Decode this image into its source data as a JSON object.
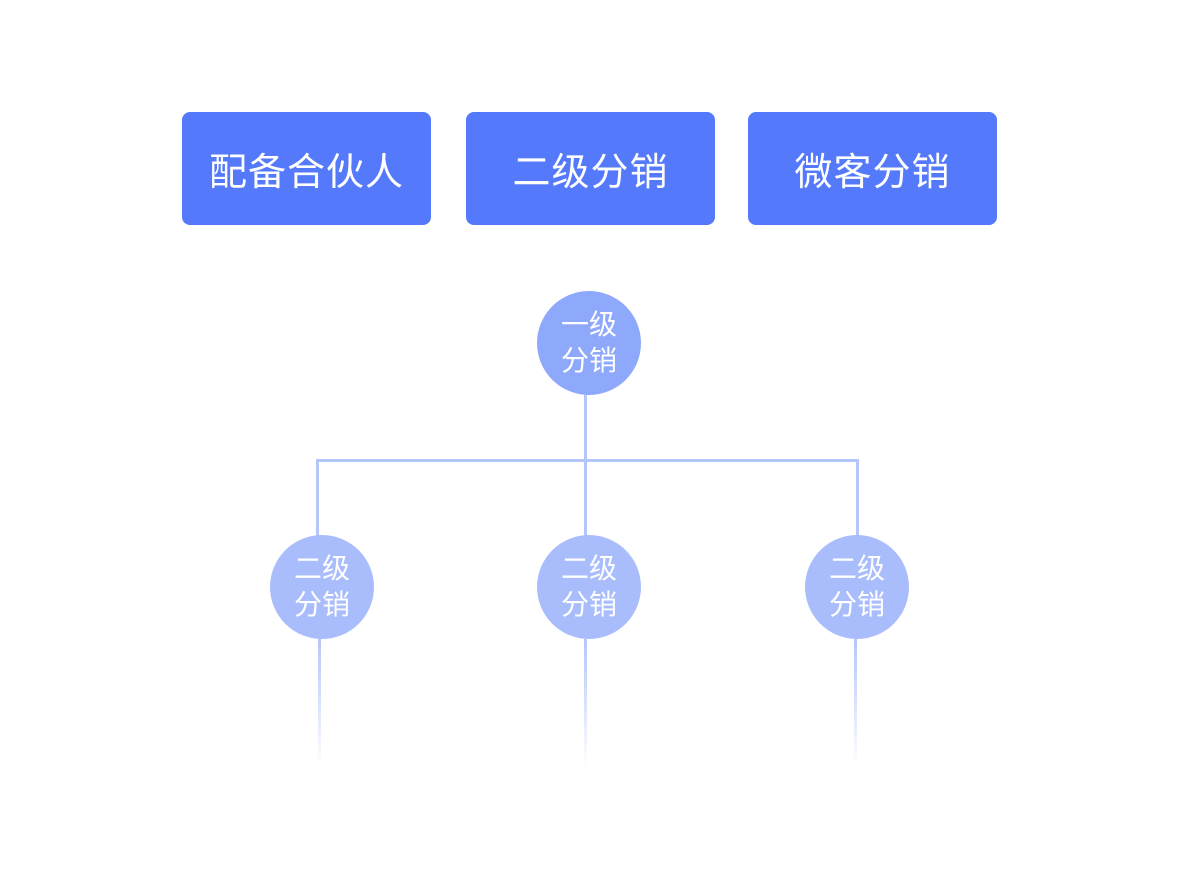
{
  "tabs": [
    {
      "label": "配备合伙人"
    },
    {
      "label": "二级分销"
    },
    {
      "label": "微客分销"
    }
  ],
  "tree": {
    "root": {
      "line1": "一级",
      "line2": "分销"
    },
    "children": [
      {
        "line1": "二级",
        "line2": "分销"
      },
      {
        "line1": "二级",
        "line2": "分销"
      },
      {
        "line1": "二级",
        "line2": "分销"
      }
    ]
  },
  "colors": {
    "tab_background": "#5479fb",
    "root_node": "#8ea8fb",
    "child_node": "#a9bdfc",
    "connector": "#b4c6fb"
  }
}
